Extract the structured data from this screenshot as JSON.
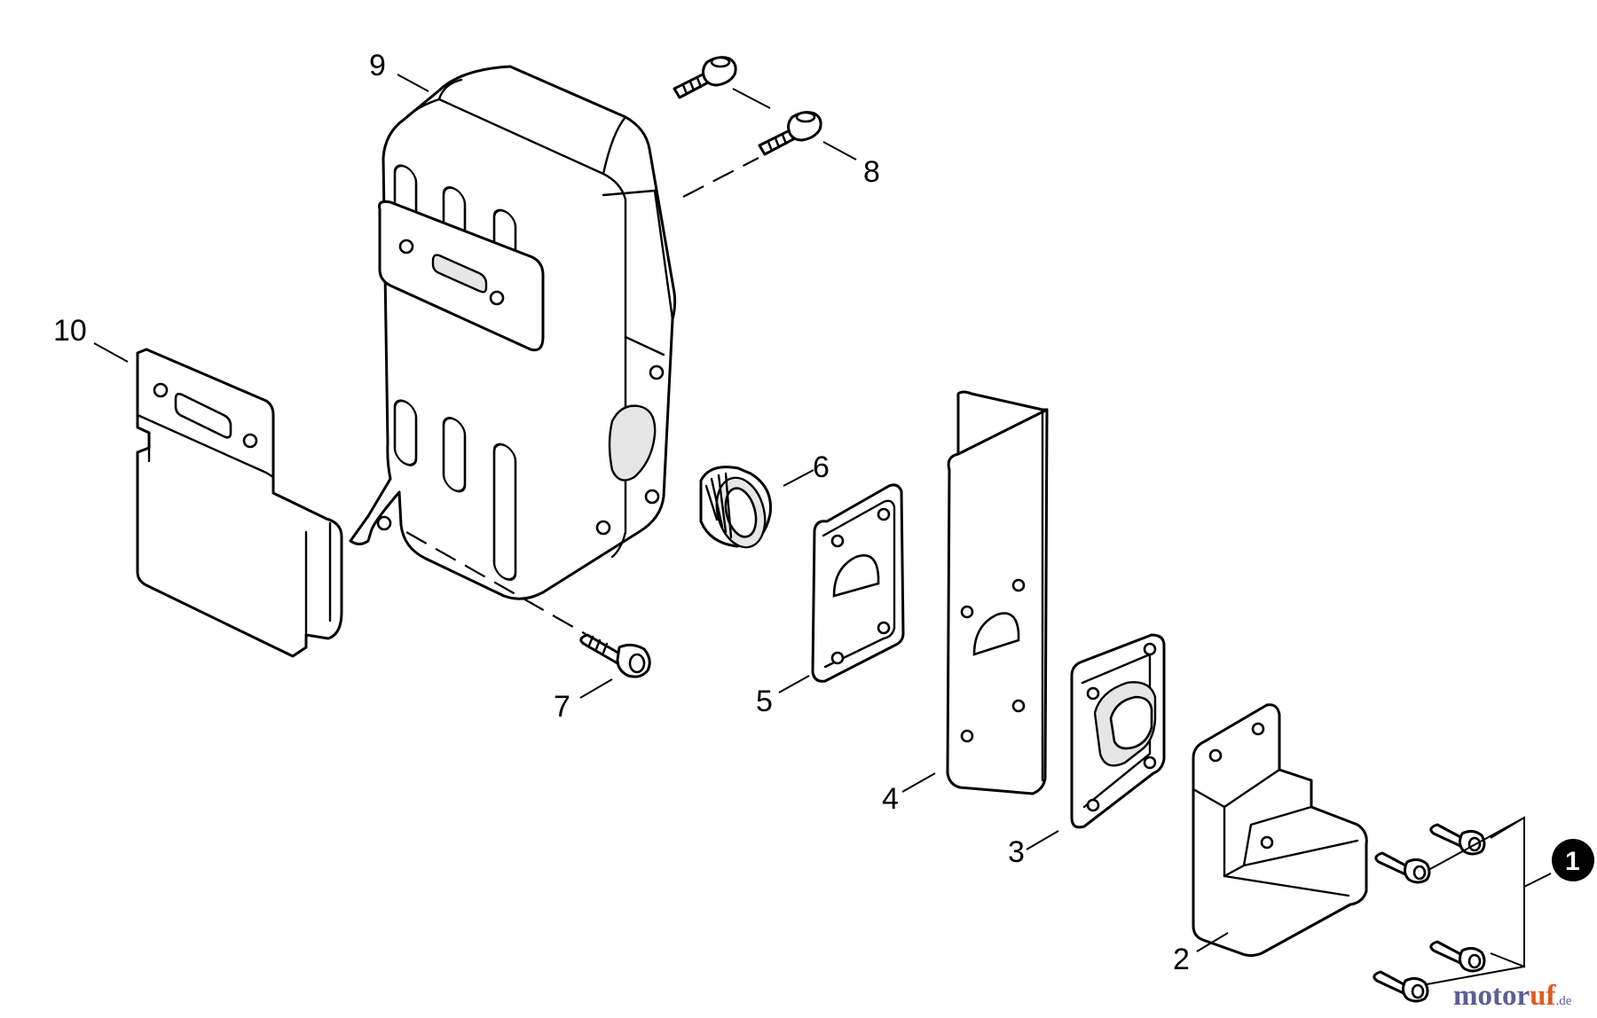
{
  "diagram": {
    "callouts": [
      {
        "id": "1",
        "label": "1"
      },
      {
        "id": "2",
        "label": "2"
      },
      {
        "id": "3",
        "label": "3"
      },
      {
        "id": "4",
        "label": "4"
      },
      {
        "id": "5",
        "label": "5"
      },
      {
        "id": "6",
        "label": "6"
      },
      {
        "id": "7",
        "label": "7"
      },
      {
        "id": "8",
        "label": "8"
      },
      {
        "id": "9",
        "label": "9"
      },
      {
        "id": "10",
        "label": "10"
      }
    ],
    "parts": [
      {
        "name": "gasket",
        "callout": "10"
      },
      {
        "name": "muffler",
        "callout": "9"
      },
      {
        "name": "bolt-upper",
        "callout": "8"
      },
      {
        "name": "bolt-lower",
        "callout": "7"
      },
      {
        "name": "spark-screen",
        "callout": "6"
      },
      {
        "name": "exhaust-gasket",
        "callout": "5"
      },
      {
        "name": "heat-plate",
        "callout": "4"
      },
      {
        "name": "outlet-cover",
        "callout": "3"
      },
      {
        "name": "muffler-guard",
        "callout": "2"
      },
      {
        "name": "screw-kit",
        "callout": "1"
      }
    ]
  },
  "watermark": {
    "part1": "motor",
    "part2": "uf",
    "suffix": ".de"
  }
}
